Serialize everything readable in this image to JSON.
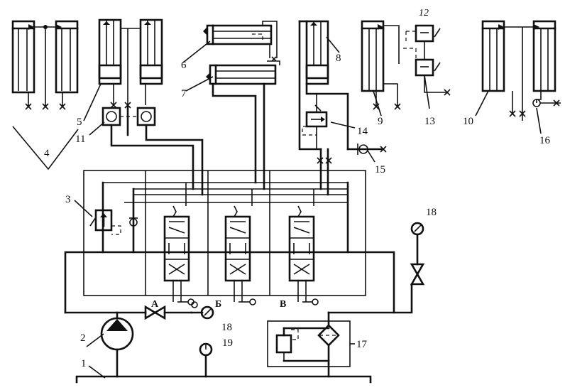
{
  "callouts": {
    "n1": "1",
    "n2": "2",
    "n3": "3",
    "n4": "4",
    "n5": "5",
    "n6": "6",
    "n7": "7",
    "n8": "8",
    "n9": "9",
    "n10": "10",
    "n11": "11",
    "n12": "12",
    "n13": "13",
    "n14": "14",
    "n15": "15",
    "n16": "16",
    "n17": "17",
    "n18a": "18",
    "n18b": "18",
    "n19": "19"
  },
  "valve_sections": {
    "a": "А",
    "b": "Б",
    "v": "В"
  }
}
